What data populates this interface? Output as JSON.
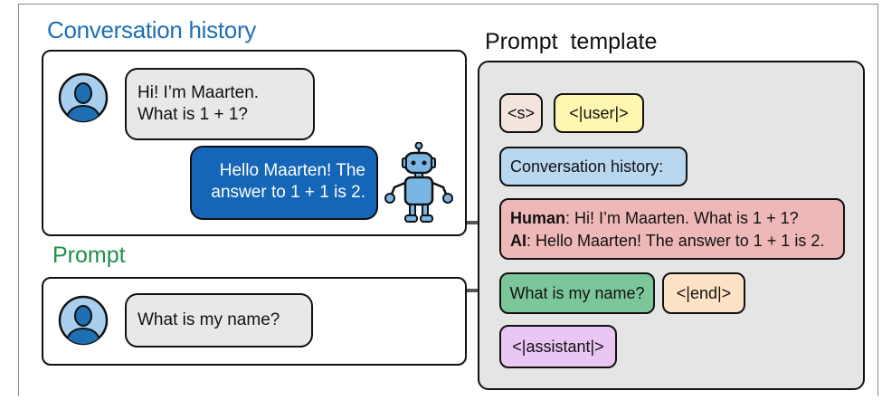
{
  "titles": {
    "conversation_history": "Conversation history",
    "prompt": "Prompt",
    "prompt_template": "Prompt  template"
  },
  "conversation": {
    "user_message_line1": "Hi! I’m Maarten.",
    "user_message_line2": "What is 1 + 1?",
    "assistant_message_line1": "Hello Maarten! The",
    "assistant_message_line2": "answer to 1 + 1 is 2."
  },
  "prompt": {
    "user_message": "What is my name?"
  },
  "template": {
    "start_token": "<s>",
    "user_token": "<|user|>",
    "history_label": "Conversation history:",
    "human_speaker": "Human",
    "human_text": ": Hi! I’m Maarten. What is 1 + 1?",
    "ai_speaker": "AI",
    "ai_text": ": Hello Maarten! The answer to 1 + 1 is 2.",
    "question": "What is my name?",
    "end_token": "<|end|>",
    "assistant_token": "<|assistant|>"
  },
  "colors": {
    "title_blue": "#1f6fb4",
    "title_green": "#1f8f4a",
    "bubble_gray": "#e8e8e8",
    "bot_bubble": "#1565b8",
    "template_bg": "#e5e5e5",
    "token_s": "#f3e4de",
    "token_user": "#fff6b0",
    "history_label": "#b9d7ef",
    "history_content": "#efb8b8",
    "question": "#7cc79a",
    "token_end": "#fde3c6",
    "token_assistant": "#e9c6f3",
    "avatar_bg": "#a8d0ee",
    "avatar_figure": "#1f6fb4",
    "arrow_gray": "#555555"
  },
  "icons": {
    "user_avatar": "person-avatar-icon",
    "bot": "robot-icon"
  }
}
